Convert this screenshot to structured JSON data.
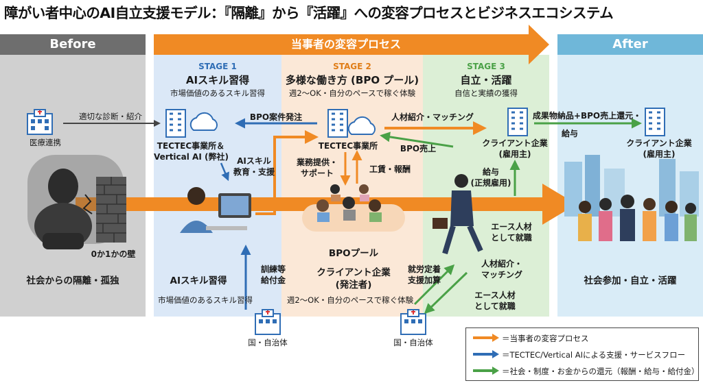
{
  "title": "障がい者中心のAI自立支援モデル：『隔離』から『活躍』への変容プロセスとビジネスエコシステム",
  "header": {
    "before": "Before",
    "process": "当事者の変容プロセス",
    "after": "After"
  },
  "stages": [
    {
      "tag": "STAGE 1",
      "title": "AIスキル習得",
      "subtitle": "市場価値のあるスキル習得"
    },
    {
      "tag": "STAGE 2",
      "title": "多様な働き方 (BPO プール)",
      "subtitle": "週2〜OK・自分のペースで稼ぐ体験"
    },
    {
      "tag": "STAGE 3",
      "title": "自立・活躍",
      "subtitle": "自信と実績の獲得"
    }
  ],
  "before": {
    "medical": "医療連携",
    "referral": "適切な診断・紹介",
    "wall": "0か1かの壁",
    "caption": "社会からの隔離・孤独"
  },
  "stage1": {
    "company": "TECTEC事業所＆",
    "company2": "Vertical AI (弊社)",
    "ai_edu": "AIスキル",
    "ai_edu2": "教育・支援",
    "bottom_title": "AIスキル習得",
    "bottom_sub": "市場価値のあるスキル習得"
  },
  "stage2": {
    "bpo_order": "BPO案件発注",
    "company": "TECTEC事業所",
    "work": "業務提供・",
    "work2": "サポート",
    "wage": "工賃・報酬",
    "pool": "BPOプール",
    "client": "クライアント企業",
    "client2": "(発注者)",
    "bottom_sub": "週2〜OK・自分のペースで稼ぐ体験"
  },
  "stage3": {
    "matching": "人材紹介・マッチング",
    "bpo_sales": "BPO売上",
    "client": "クライアント企業",
    "client_role": "(雇用主)",
    "salary": "給与",
    "salary2": "(正規雇用)",
    "ace": "エース人材",
    "ace2": "として就職"
  },
  "middle_bottom": {
    "training": "訓練等",
    "training2": "給付金",
    "employment": "就労定着",
    "employment2": "支援加算",
    "matching": "人材紹介・",
    "matching2": "マッチング",
    "ace": "エース人材",
    "ace2": "として就職",
    "gov1": "国・自治体",
    "gov2": "国・自治体"
  },
  "after": {
    "return": "成果物納品+BPO売上還元・",
    "return2": "給与",
    "client": "クライアント企業",
    "client_role": "(雇用主)",
    "caption": "社会参加・自立・活躍"
  },
  "legend": [
    {
      "color": "#f08a24",
      "text": "＝当事者の変容プロセス"
    },
    {
      "color": "#2f6db5",
      "text": "＝TECTEC/Vertical AIによる支援・サービスフロー"
    },
    {
      "color": "#4aa147",
      "text": "＝社会・制度・お金からの還元（報酬・給与・給付金）"
    }
  ],
  "colors": {
    "orange": "#f08a24",
    "blue": "#2f6db5",
    "green": "#4aa147"
  }
}
